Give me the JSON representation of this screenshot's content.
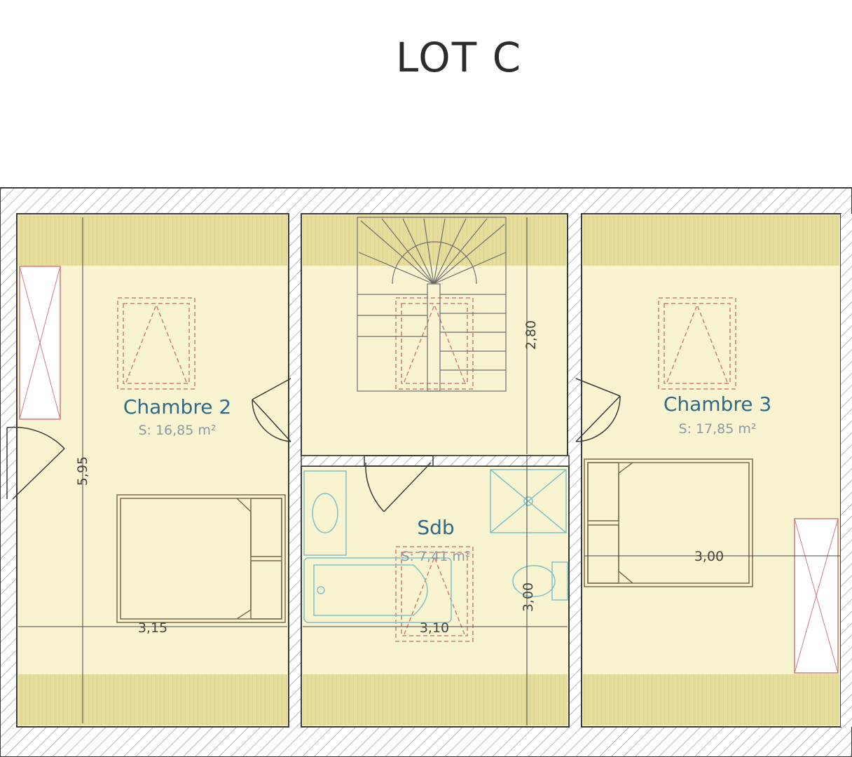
{
  "title": "LOT C",
  "colors": {
    "floor": "#f8f3d0",
    "wall": "#3a3a3a",
    "hatch": "#8a8a8a",
    "low_ceiling": "#e4dd9c",
    "room_label": "#2e6a86",
    "dashed": "#d27a7a",
    "fixture": "#7fc1c9"
  },
  "rooms": {
    "chambre2": {
      "name": "Chambre 2",
      "area": "S: 16,85 m²"
    },
    "chambre3": {
      "name": "Chambre 3",
      "area": "S: 17,85 m²"
    },
    "sdb": {
      "name": "Sdb",
      "area": "S: 7,41 m²"
    }
  },
  "dimensions": {
    "chambre2_width": "3,15",
    "chambre2_depth": "5,95",
    "hall_depth": "2,80",
    "sdb_width": "3,10",
    "sdb_depth": "3,00",
    "chambre3_bed": "3,00"
  }
}
